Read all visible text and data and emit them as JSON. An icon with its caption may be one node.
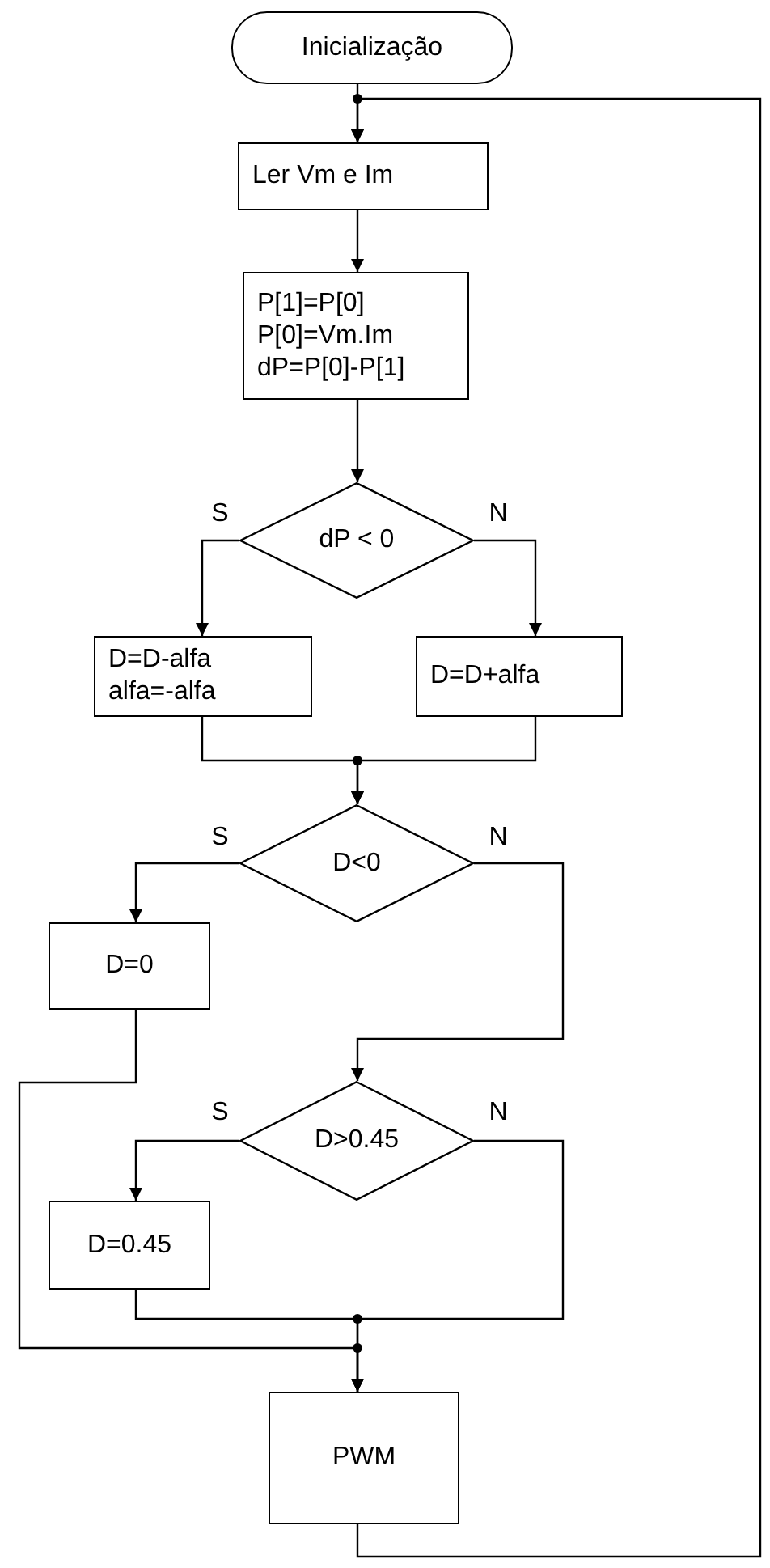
{
  "diagram": {
    "nodes": [
      {
        "text": [
          "Inicialização"
        ]
      },
      {
        "text": [
          "Ler Vm e Im"
        ]
      },
      {
        "text": [
          "P[1]=P[0]",
          "P[0]=Vm.Im",
          "dP=P[0]-P[1]"
        ]
      },
      {
        "text": [
          "dP < 0"
        ]
      },
      {
        "text": [
          "D=D-alfa",
          "alfa=-alfa"
        ]
      },
      {
        "text": [
          "D=D+alfa"
        ]
      },
      {
        "text": [
          "D<0"
        ]
      },
      {
        "text": [
          "D=0"
        ]
      },
      {
        "text": [
          "D>0.45"
        ]
      },
      {
        "text": [
          "D=0.45"
        ]
      },
      {
        "text": [
          "PWM"
        ]
      }
    ],
    "edges": [
      {
        "from": 0,
        "to": 1,
        "arrow": "to"
      },
      {
        "from": 1,
        "to": 2,
        "arrow": "to"
      },
      {
        "from": 2,
        "to": 3,
        "arrow": "to"
      },
      {
        "from": 3,
        "to": 4,
        "arrow": "to",
        "label": "S"
      },
      {
        "from": 3,
        "to": 5,
        "arrow": "to",
        "label": "N"
      },
      {
        "from": 4,
        "to": 6,
        "arrow": "to"
      },
      {
        "from": 5,
        "to": 6,
        "arrow": "to"
      },
      {
        "from": 6,
        "to": 7,
        "arrow": "to",
        "label": "S"
      },
      {
        "from": 6,
        "to": 8,
        "arrow": "to",
        "label": "N"
      },
      {
        "from": 7,
        "to": 10,
        "arrow": "to"
      },
      {
        "from": 8,
        "to": 9,
        "arrow": "to",
        "label": "S"
      },
      {
        "from": 8,
        "to": 10,
        "arrow": "to",
        "label": "N"
      },
      {
        "from": 9,
        "to": 10,
        "arrow": "to"
      },
      {
        "from": 10,
        "to": 1,
        "arrow": "to"
      }
    ]
  }
}
